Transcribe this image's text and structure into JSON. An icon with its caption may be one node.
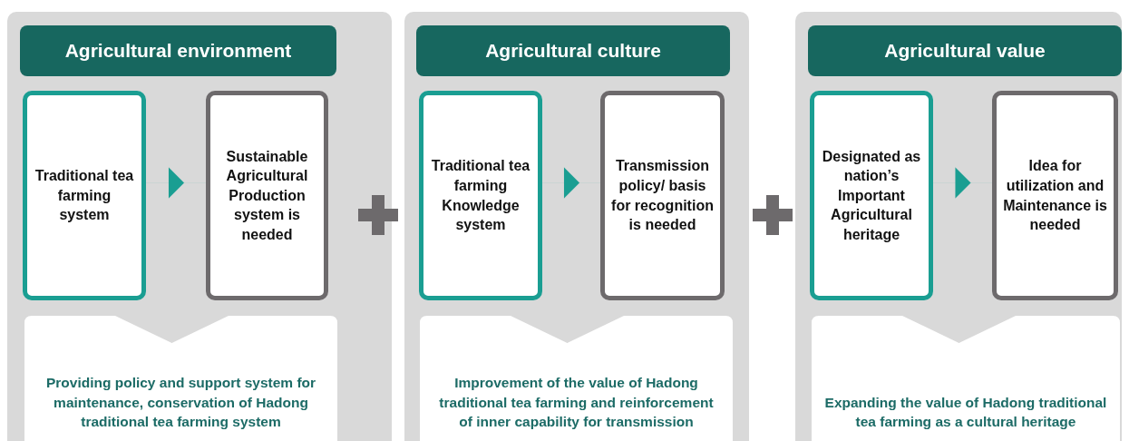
{
  "diagram": {
    "nodes": [
      {
        "text": [],
        "shape": "box"
      },
      {
        "text": [
          "Agricultural environment"
        ],
        "in": 0
      },
      {
        "text": [
          "Traditional tea farming system"
        ],
        "in": 0
      },
      {
        "text": [
          "Sustainable Agricultural Production system is needed"
        ],
        "in": 0
      },
      {
        "text": [
          "Providing policy and support system for maintenance, conservation of Hadong traditional tea farming system"
        ],
        "in": 0
      },
      {
        "text": [],
        "shape": "box"
      },
      {
        "text": [
          "Agricultural culture"
        ],
        "in": 5
      },
      {
        "text": [
          "Traditional tea farming Knowledge system"
        ],
        "in": 5
      },
      {
        "text": [
          "Transmission policy/ basis for recognition is needed"
        ],
        "in": 5
      },
      {
        "text": [
          "Improvement of the value of Hadong traditional tea farming and reinforcement of inner capability for transmission"
        ],
        "in": 5
      },
      {
        "text": [],
        "shape": "box"
      },
      {
        "text": [
          "Agricultural value"
        ],
        "in": 10
      },
      {
        "text": [
          "Designated as nation’s Important Agricultural heritage"
        ],
        "in": 10
      },
      {
        "text": [
          "Idea for utilization and Maintenance is needed"
        ],
        "in": 10
      },
      {
        "text": [
          "Expanding the value of Hadong traditional tea farming as a cultural heritage"
        ],
        "in": 10
      }
    ],
    "edges": [
      {
        "from": 2,
        "to": 3,
        "arrow": "to"
      },
      {
        "from": 7,
        "to": 8,
        "arrow": "to"
      },
      {
        "from": 12,
        "to": 13,
        "arrow": "to"
      }
    ]
  }
}
